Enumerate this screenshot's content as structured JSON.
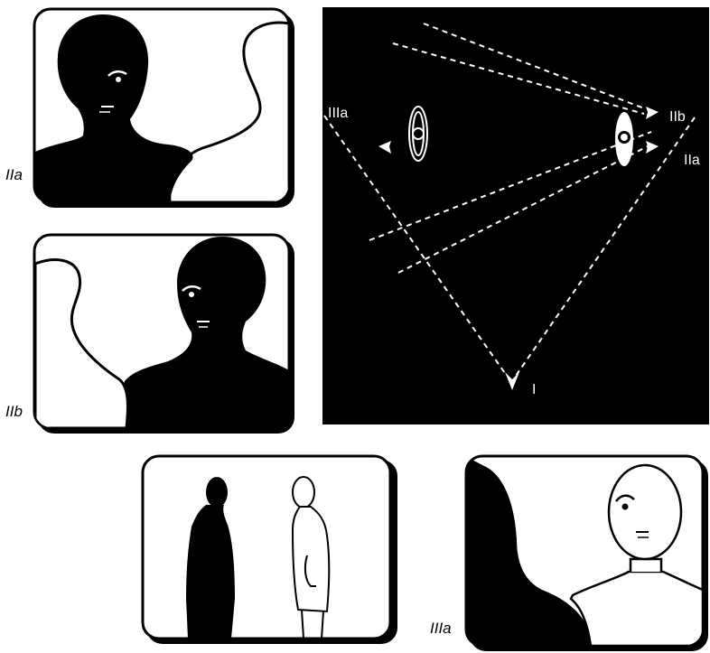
{
  "panels": {
    "shot_IIa": {
      "caption": "IIa"
    },
    "shot_IIb": {
      "caption": "IIb"
    },
    "shot_I": {
      "caption": ""
    },
    "shot_IIIa": {
      "caption": "IIIa"
    }
  },
  "diagram": {
    "labels": {
      "camera_IIIa": "IIIa",
      "camera_IIb": "IIb",
      "camera_IIa": "IIa",
      "camera_I": "I"
    }
  }
}
